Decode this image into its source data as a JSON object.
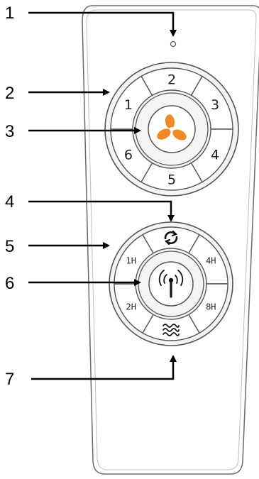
{
  "callouts": [
    {
      "number": "1",
      "target": "indicator-light"
    },
    {
      "number": "2",
      "target": "speed-buttons"
    },
    {
      "number": "3",
      "target": "fan-power-button"
    },
    {
      "number": "4",
      "target": "reverse-button"
    },
    {
      "number": "5",
      "target": "timer-buttons"
    },
    {
      "number": "6",
      "target": "pairing-button"
    },
    {
      "number": "7",
      "target": "breeze-button"
    }
  ],
  "speed_ring": {
    "buttons": [
      "2",
      "3",
      "4",
      "5",
      "6",
      "1"
    ],
    "center_icon": "fan-icon"
  },
  "timer_ring": {
    "buttons": [
      "4H",
      "8H",
      "2H",
      "1H"
    ],
    "top_icon": "reverse-rotation-icon",
    "bottom_icon": "breeze-waves-icon",
    "center_icon": "signal-antenna-icon"
  },
  "colors": {
    "fan_accent": "#F08A24",
    "outline": "#555555",
    "ring_fill": "#F4F4F4",
    "arrow": "#000000"
  }
}
